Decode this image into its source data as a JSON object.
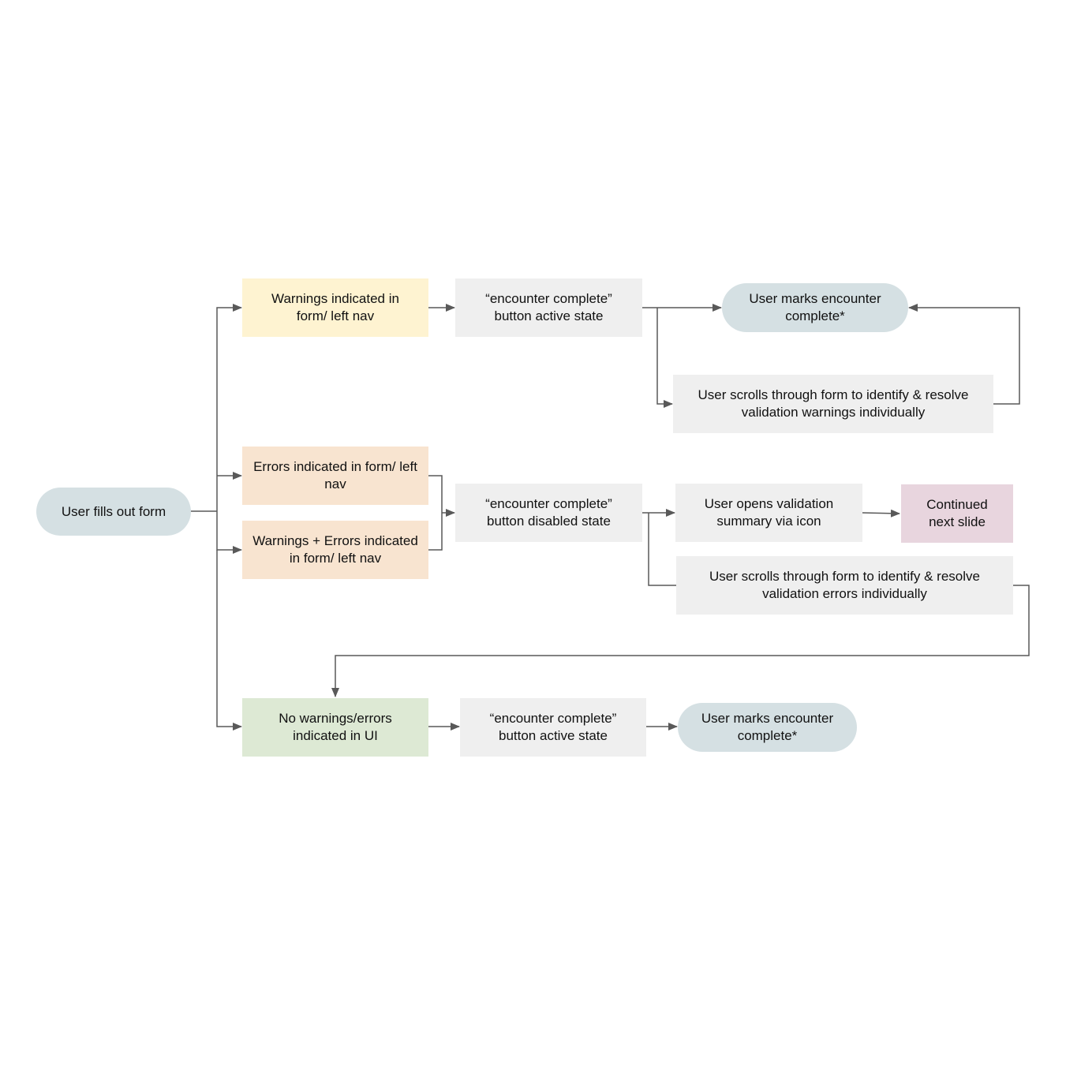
{
  "colors": {
    "terminal": "#d5e0e3",
    "warning": "#fef3d1",
    "error": "#f8e4d0",
    "success": "#dde9d4",
    "neutral": "#efefef",
    "continued": "#e8d5de",
    "connector": "#595959"
  },
  "nodes": {
    "start": "User fills out form",
    "warnings": "Warnings indicated in form/ left nav",
    "errors": "Errors indicated in form/ left nav",
    "warnings_errors": "Warnings + Errors indicated in form/ left nav",
    "no_issues": "No warnings/errors indicated in UI",
    "button_active_1": "“encounter complete” button active state",
    "button_disabled": "“encounter complete” button disabled state",
    "button_active_2": "“encounter complete” button active state",
    "marks_complete_1": "User marks encounter complete*",
    "marks_complete_2": "User marks encounter complete*",
    "resolve_warnings": "User scrolls through form to identify & resolve validation warnings individually",
    "open_summary": "User opens validation summary via icon",
    "continued": "Continued next slide",
    "resolve_errors": "User scrolls through form to identify & resolve validation errors individually"
  }
}
